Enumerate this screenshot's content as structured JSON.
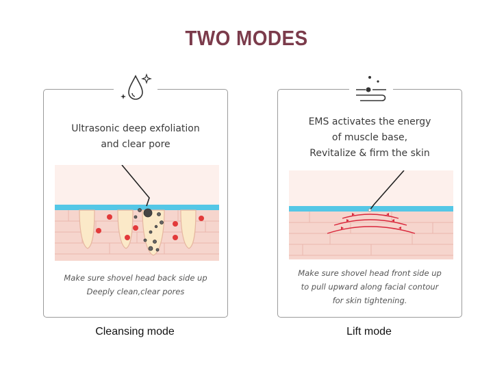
{
  "title": "TWO MODES",
  "modes": [
    {
      "icon": "water-drop-sparkle-icon",
      "heading": [
        "Ultrasonic deep exfoliation",
        "and clear pore"
      ],
      "note": [
        "Make sure shovel head back side up",
        "Deeply clean,clear pores"
      ],
      "label": "Cleansing mode"
    },
    {
      "icon": "lift-wave-icon",
      "heading": [
        "EMS activates the energy",
        "of muscle base,",
        "Revitalize & firm the skin"
      ],
      "note": [
        "Make sure shovel head front side up",
        "to pull upward along facial contour",
        "for skin tightening."
      ],
      "label": "Lift mode"
    }
  ],
  "colors": {
    "title": "#7b3b4b",
    "skin_top": "#fbe6e2",
    "skin_layer": "#f3c9c1",
    "skin_surface": "#54c7e6",
    "impurity_dot": "#e23a3a",
    "ems_wave": "#d9253a"
  }
}
